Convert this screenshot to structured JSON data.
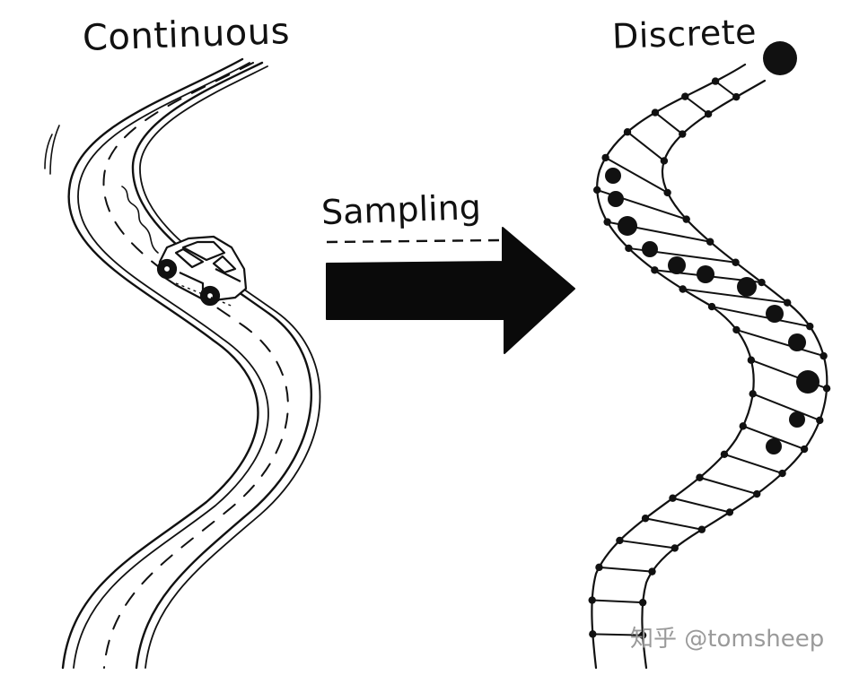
{
  "titles": {
    "left": "Continuous",
    "right": "Discrete",
    "arrow": "Sampling"
  },
  "watermark": "知乎 @tomsheep",
  "colors": {
    "ink": "#111111",
    "background": "#ffffff",
    "watermark": "#9a9a9a"
  },
  "icons": {
    "vehicle": "car-icon"
  }
}
